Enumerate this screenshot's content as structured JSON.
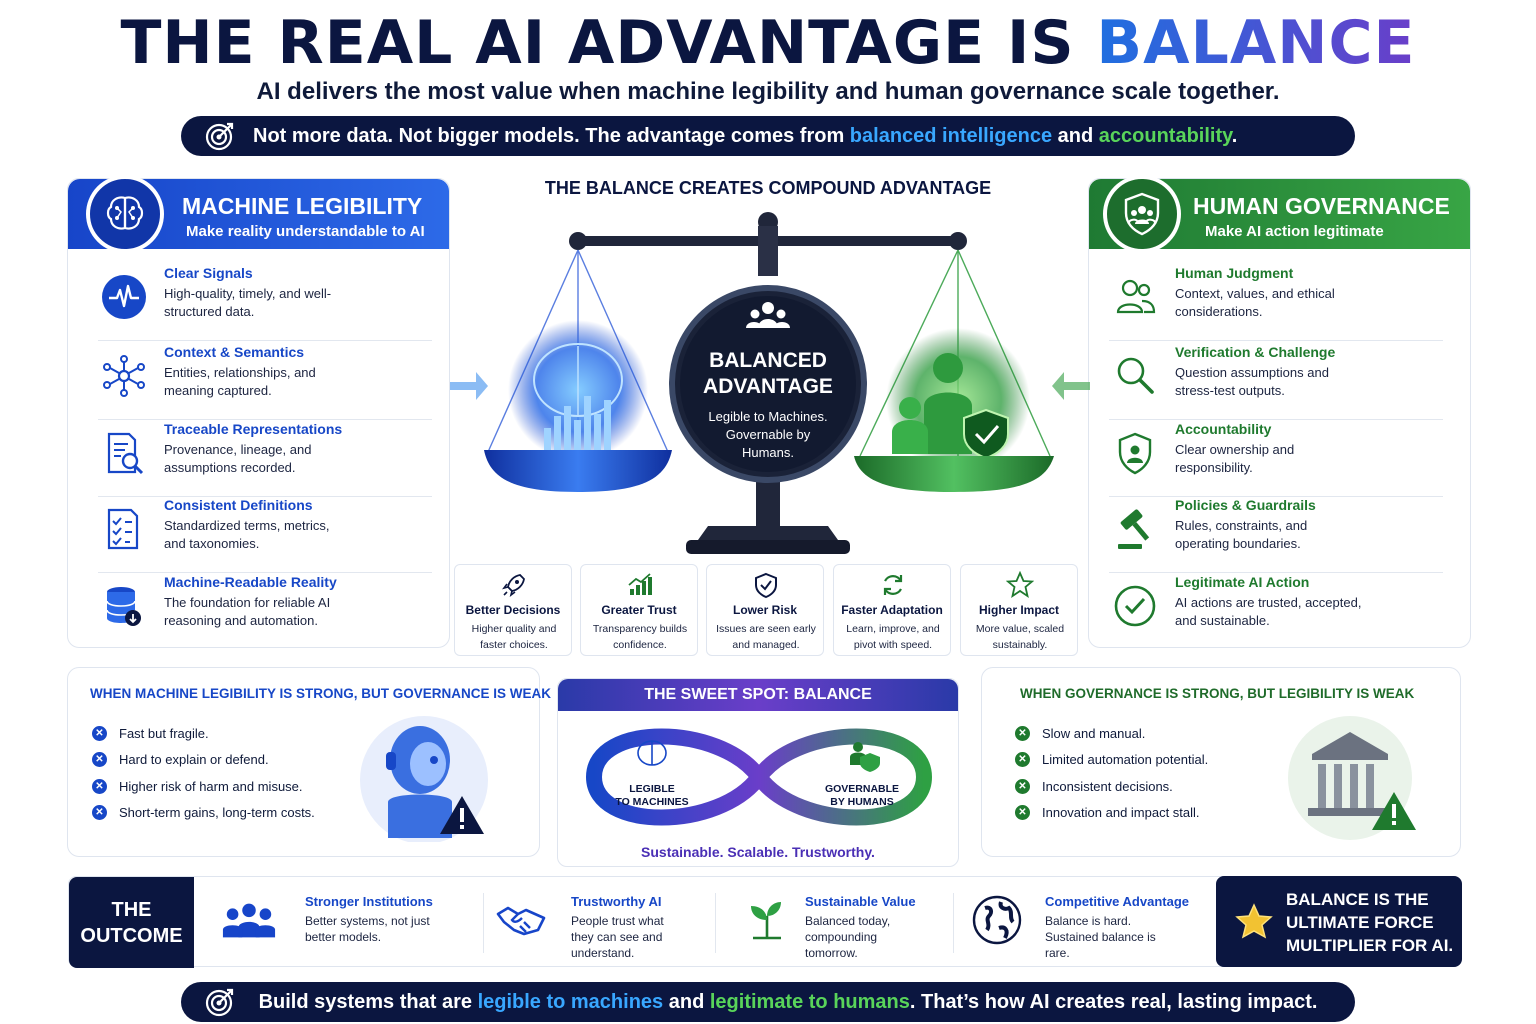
{
  "header": {
    "title_main": "THE REAL AI ADVANTAGE IS",
    "title_accent": "BALANCE",
    "subtitle": "AI delivers the most value when machine legibility and human governance scale together.",
    "banner": {
      "part1": "Not more data. Not bigger models. The advantage comes from",
      "highlight1": "balanced intelligence",
      "part2": "and",
      "highlight2": "accountability",
      "part3": "."
    }
  },
  "machine": {
    "title": "MACHINE LEGIBILITY",
    "subtitle": "Make reality understandable to AI",
    "items": [
      {
        "title": "Clear Signals",
        "desc": "High-quality, timely, and well-structured data."
      },
      {
        "title": "Context & Semantics",
        "desc": "Entities, relationships, and meaning captured."
      },
      {
        "title": "Traceable Representations",
        "desc": "Provenance, lineage, and assumptions recorded."
      },
      {
        "title": "Consistent Definitions",
        "desc": "Standardized terms, metrics, and taxonomies."
      },
      {
        "title": "Machine-Readable Reality",
        "desc": "The foundation for reliable AI reasoning and automation."
      }
    ]
  },
  "human": {
    "title": "HUMAN GOVERNANCE",
    "subtitle": "Make AI action legitimate",
    "items": [
      {
        "title": "Human Judgment",
        "desc": "Context, values, and ethical considerations."
      },
      {
        "title": "Verification & Challenge",
        "desc": "Question assumptions and stress-test outputs."
      },
      {
        "title": "Accountability",
        "desc": "Clear ownership and responsibility."
      },
      {
        "title": "Policies & Guardrails",
        "desc": "Rules, constraints, and operating boundaries."
      },
      {
        "title": "Legitimate AI Action",
        "desc": "AI actions are trusted, accepted, and sustainable."
      }
    ]
  },
  "center": {
    "title": "THE BALANCE CREATES COMPOUND ADVANTAGE",
    "badge_line1": "BALANCED",
    "badge_line2": "ADVANTAGE",
    "badge_desc1": "Legible to Machines.",
    "badge_desc2": "Governable by",
    "badge_desc3": "Humans.",
    "benefits": [
      {
        "title": "Better Decisions",
        "desc": "Higher quality and faster choices."
      },
      {
        "title": "Greater Trust",
        "desc": "Transparency builds confidence."
      },
      {
        "title": "Lower Risk",
        "desc": "Issues are seen early and managed."
      },
      {
        "title": "Faster Adaptation",
        "desc": "Learn, improve, and pivot with speed."
      },
      {
        "title": "Higher Impact",
        "desc": "More value, scaled sustainably."
      }
    ]
  },
  "weak_governance": {
    "title": "WHEN MACHINE LEGIBILITY IS STRONG, BUT GOVERNANCE IS WEAK",
    "points": [
      "Fast but fragile.",
      "Hard to explain or defend.",
      "Higher risk of harm and misuse.",
      "Short-term gains, long-term costs."
    ]
  },
  "sweet_spot": {
    "title": "THE SWEET SPOT: BALANCE",
    "left_label1": "LEGIBLE",
    "left_label2": "TO MACHINES",
    "right_label1": "GOVERNABLE",
    "right_label2": "BY HUMANS",
    "footer": "Sustainable. Scalable. Trustworthy."
  },
  "weak_legibility": {
    "title": "WHEN GOVERNANCE IS STRONG, BUT LEGIBILITY IS WEAK",
    "points": [
      "Slow and manual.",
      "Limited automation potential.",
      "Inconsistent decisions.",
      "Innovation and impact stall."
    ]
  },
  "outcome": {
    "label1": "THE",
    "label2": "OUTCOME",
    "items": [
      {
        "title": "Stronger Institutions",
        "desc": "Better systems, not just better models."
      },
      {
        "title": "Trustworthy AI",
        "desc": "People trust what they can see and understand."
      },
      {
        "title": "Sustainable Value",
        "desc": "Balanced today, compounding tomorrow."
      },
      {
        "title": "Competitive Advantage",
        "desc": "Balance is hard. Sustained balance is rare."
      }
    ],
    "multiplier1": "BALANCE IS THE",
    "multiplier2": "ULTIMATE FORCE",
    "multiplier3": "MULTIPLIER FOR AI."
  },
  "footer_banner": {
    "part1": "Build systems that are",
    "highlight1": "legible to machines",
    "part2": "and",
    "highlight2": "legitimate to humans",
    "part3": ". That’s how AI creates real, lasting impact."
  },
  "colors": {
    "navy": "#0b1640",
    "blue": "#1747c7",
    "green": "#1f7a2e",
    "purple": "#6a3ec9"
  },
  "icons": {
    "machine_header": "brain-icon",
    "human_header": "shield-people-icon",
    "banner": "target-icon"
  }
}
